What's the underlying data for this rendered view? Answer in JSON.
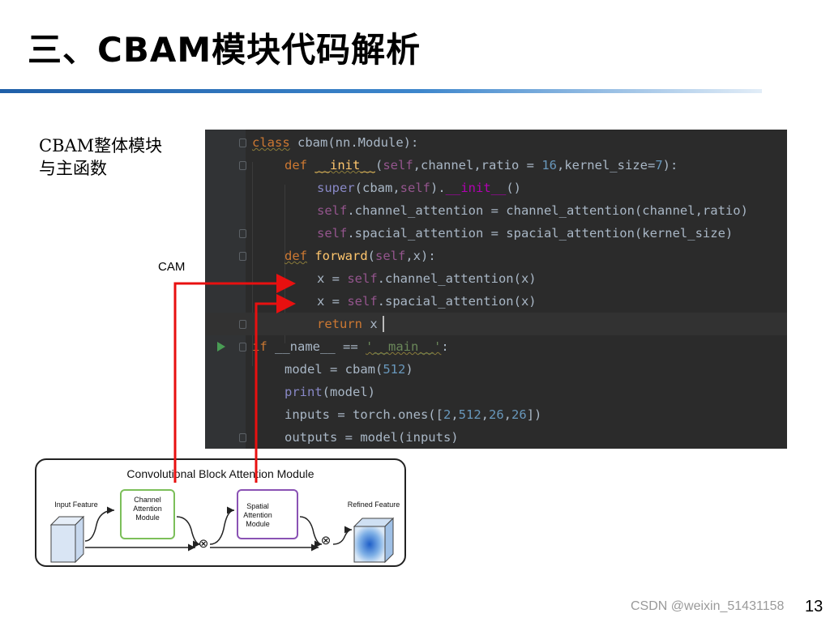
{
  "slide": {
    "title": "三、CBAM模块代码解析",
    "note_line1": "CBAM整体模块",
    "note_line2": "与主函数",
    "cam_label": "CAM",
    "page_number": "13",
    "watermark": "CSDN @weixin_51431158"
  },
  "code": {
    "line1": {
      "kw": "class",
      "rest": " cbam(nn.Module):"
    },
    "line2": {
      "kw": "def",
      "fn": "__init__",
      "p1": "(",
      "self": "self",
      "p2": ",channel,ratio = ",
      "num1": "16",
      "p3": ",kernel_size=",
      "num2": "7",
      "p4": "):"
    },
    "line3": {
      "bi": "super",
      "p1": "(cbam,",
      "self": "self",
      "p2": ").",
      "mg": "__init__",
      "p3": "()"
    },
    "line4": {
      "self": "self",
      "rest": ".channel_attention = channel_attention(channel,ratio)"
    },
    "line5": {
      "self": "self",
      "rest": ".spacial_attention = spacial_attention(kernel_size)"
    },
    "line6": {
      "kw": "def",
      "fn": "forward",
      "p1": "(",
      "self": "self",
      "p2": ",x):"
    },
    "line7": {
      "p1": "x = ",
      "self": "self",
      "p2": ".channel_attention(x)"
    },
    "line8": {
      "p1": "x = ",
      "self": "self",
      "p2": ".spacial_attention(x)"
    },
    "line9": {
      "kw": "return",
      "rest": " x"
    },
    "line10": {
      "kw": "if",
      "p1": " __name__ == ",
      "str": "'__main__'",
      "p2": ":"
    },
    "line11": {
      "p1": "model = cbam(",
      "num": "512",
      "p2": ")"
    },
    "line12": {
      "bi": "print",
      "p1": "(model)"
    },
    "line13": {
      "p1": "inputs = torch.ones([",
      "n1": "2",
      "c1": ",",
      "n2": "512",
      "c2": ",",
      "n3": "26",
      "c3": ",",
      "n4": "26",
      "p2": "])"
    },
    "line14": {
      "p1": "outputs = model(inputs)"
    }
  },
  "diagram": {
    "title": "Convolutional Block Attention Module",
    "input_label": "Input Feature",
    "channel_label": "Channel Attention Module",
    "spatial_label": "Spatial Attention Module",
    "refined_label": "Refined Feature",
    "multiply_symbol": "⊗"
  },
  "colors": {
    "arrow": "#e81010",
    "channel_module": "#7cbf5a",
    "spatial_module": "#8a52b4",
    "editor_bg": "#2b2b2b",
    "title_rule": "#1f5fa8"
  }
}
